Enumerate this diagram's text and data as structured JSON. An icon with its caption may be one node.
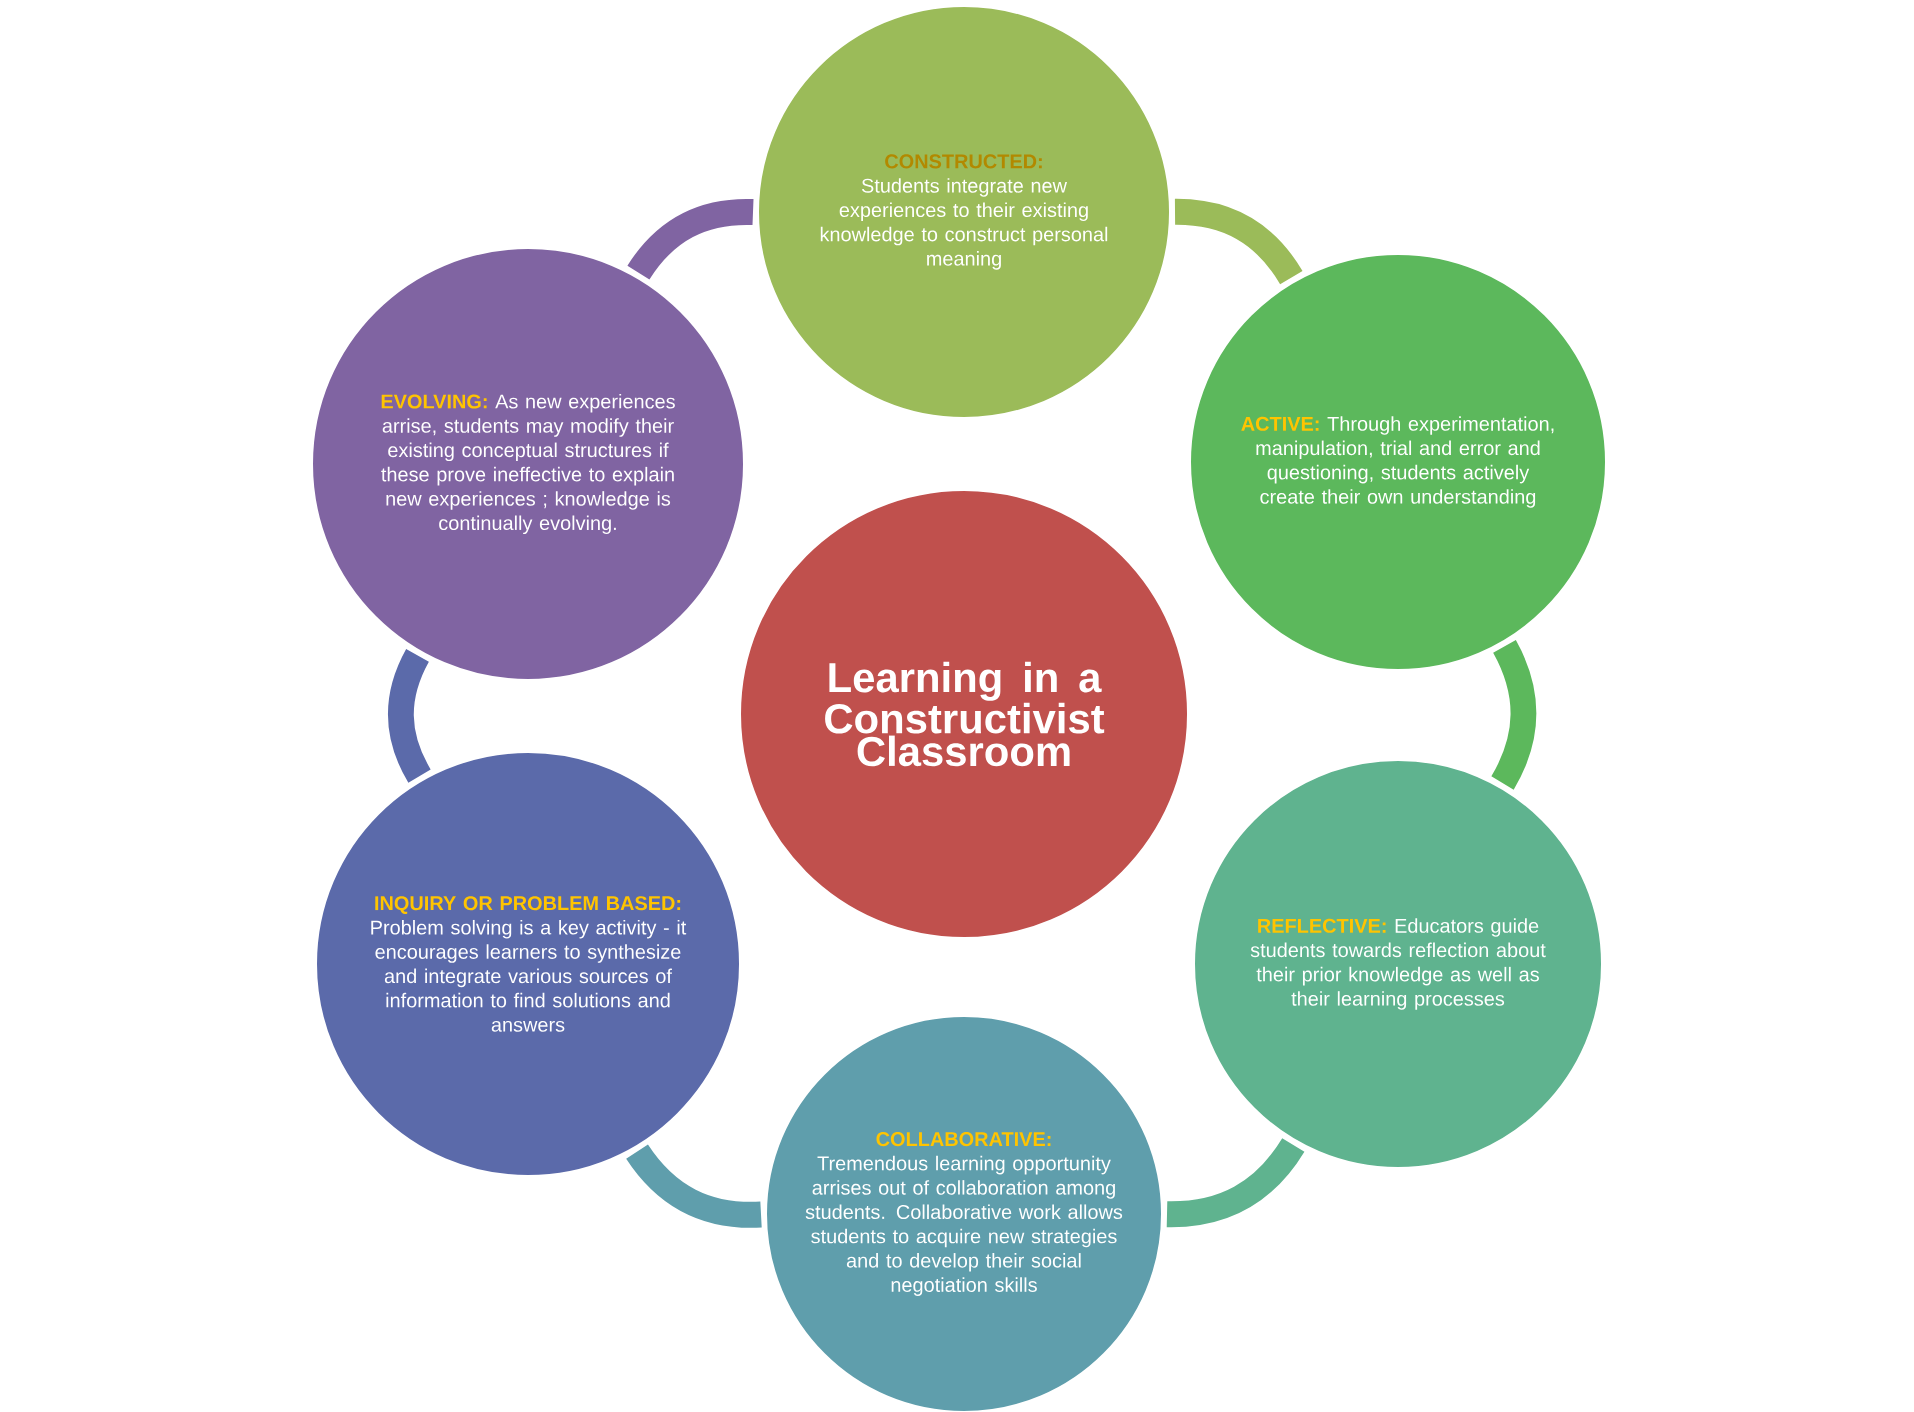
{
  "diagram": {
    "nodes": [
      {
        "text": [
          "Learning in a Constructivist Classroom"
        ]
      },
      {
        "text": [
          "CONSTRUCTED:",
          "Students integrate new experiences to their existing knowledge to construct personal meaning"
        ]
      },
      {
        "text": [
          "ACTIVE:",
          "Through experimentation, manipulation, trial and error and questioning, students actively create their own understanding"
        ]
      },
      {
        "text": [
          "REFLECTIVE:",
          "Educators guide students towards reflection about their prior knowledge as well as their learning processes"
        ]
      },
      {
        "text": [
          "COLLABORATIVE:",
          "Tremendous learning opportunity arrises out of collaboration among students. Collaborative work allows students to acquire new strategies and to develop their social negotiation skills"
        ]
      },
      {
        "text": [
          "INQUIRY OR PROBLEM BASED:",
          "Problem solving is a key activity - it encourages learners to synthesize and integrate various sources of information to find solutions and answers"
        ]
      },
      {
        "text": [
          "EVOLVING:",
          "As new experiences arrise, students may modify their existing conceptual structures if these prove ineffective to explain new experiences ; knowledge is continually evolving."
        ]
      }
    ],
    "edges": [
      {
        "from": 1,
        "to": 2,
        "arrow": "none",
        "color": "#9bbb59"
      },
      {
        "from": 2,
        "to": 3,
        "arrow": "none",
        "color": "#5cb85c"
      },
      {
        "from": 3,
        "to": 4,
        "arrow": "none",
        "color": "#5fb38f"
      },
      {
        "from": 4,
        "to": 5,
        "arrow": "none",
        "color": "#5f9eac"
      },
      {
        "from": 5,
        "to": 6,
        "arrow": "none",
        "color": "#5b6aaa"
      },
      {
        "from": 6,
        "to": 1,
        "arrow": "none",
        "color": "#8064a2"
      }
    ]
  }
}
